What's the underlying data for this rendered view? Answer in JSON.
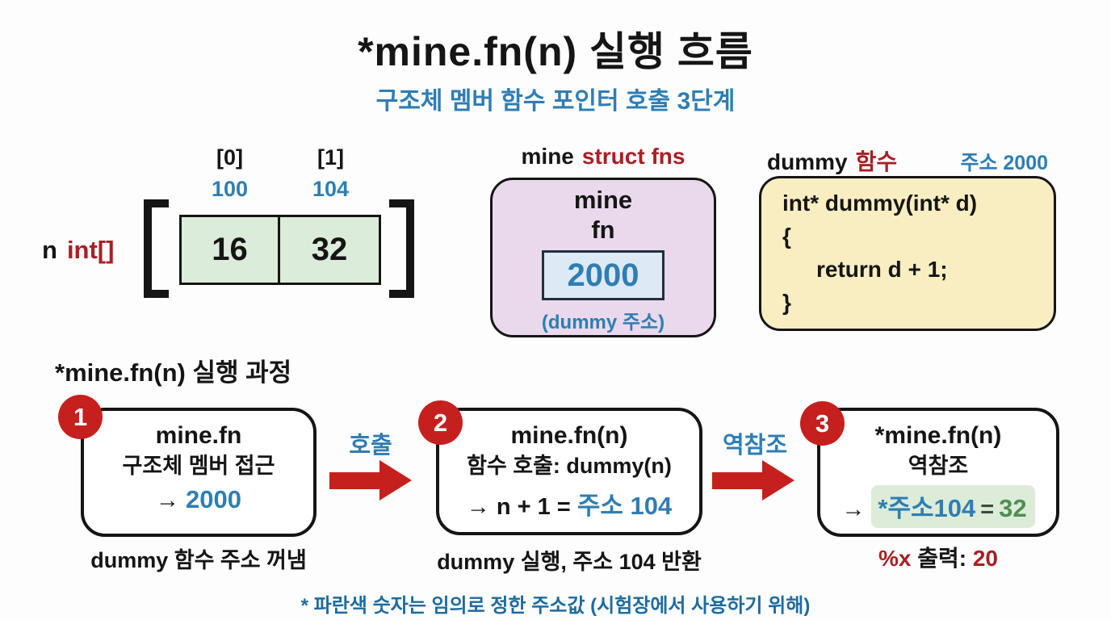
{
  "title": "*mine.fn(n) 실행 흐름",
  "subtitle": "구조체 멤버 함수 포인터 호출 3단계",
  "array_diagram": {
    "var_name": "n",
    "var_type": "int[]",
    "indices": [
      "[0]",
      "[1]"
    ],
    "addresses": [
      "100",
      "104"
    ],
    "values": [
      "16",
      "32"
    ]
  },
  "struct_box": {
    "header_name": "mine",
    "header_type": "struct fns",
    "owner": "mine",
    "field": "fn",
    "value": "2000",
    "caption": "(dummy 주소)"
  },
  "dummy_box": {
    "header_name": "dummy",
    "header_type": "함수",
    "header_address": "주소 2000",
    "code": [
      "int* dummy(int* d)",
      "{",
      "return d + 1;",
      "}"
    ]
  },
  "process": {
    "heading": "*mine.fn(n) 실행 과정",
    "steps": [
      {
        "number": "1",
        "title": "mine.fn",
        "subtitle": "구조체 멤버 접근",
        "result_prefix": "→",
        "result_value": "2000",
        "caption": "dummy 함수 주소 꺼냄"
      },
      {
        "number": "2",
        "title": "mine.fn(n)",
        "subtitle": "함수 호출: dummy(n)",
        "result_prefix": "→ n + 1 =",
        "result_value": "주소 104",
        "caption": "dummy 실행, 주소 104 반환"
      },
      {
        "number": "3",
        "title": "*mine.fn(n)",
        "subtitle": "역참조",
        "result_prefix": "→",
        "highlight_address": "*주소104",
        "highlight_equals": "=",
        "highlight_value": "32",
        "caption_red_left": "%x",
        "caption_black": "출력:",
        "caption_red_right": "20"
      }
    ],
    "arrows": [
      {
        "label": "호출"
      },
      {
        "label": "역참조"
      }
    ]
  },
  "footnote": "* 파란색 숫자는 임의로 정한 주소값 (시험장에서 사용하기 위해)",
  "colors": {
    "blue": "#2E7EB3",
    "darkred": "#A92025",
    "red": "#C5201D",
    "green": "#4E8F55",
    "noteblue": "#1E6B9E",
    "cellgreen": "#DCECDA",
    "boxpurple": "#EAD9EC",
    "boxyellow": "#F9EDC2",
    "boxblue": "#DDE9F4",
    "hlgreen": "#DCECD9"
  }
}
